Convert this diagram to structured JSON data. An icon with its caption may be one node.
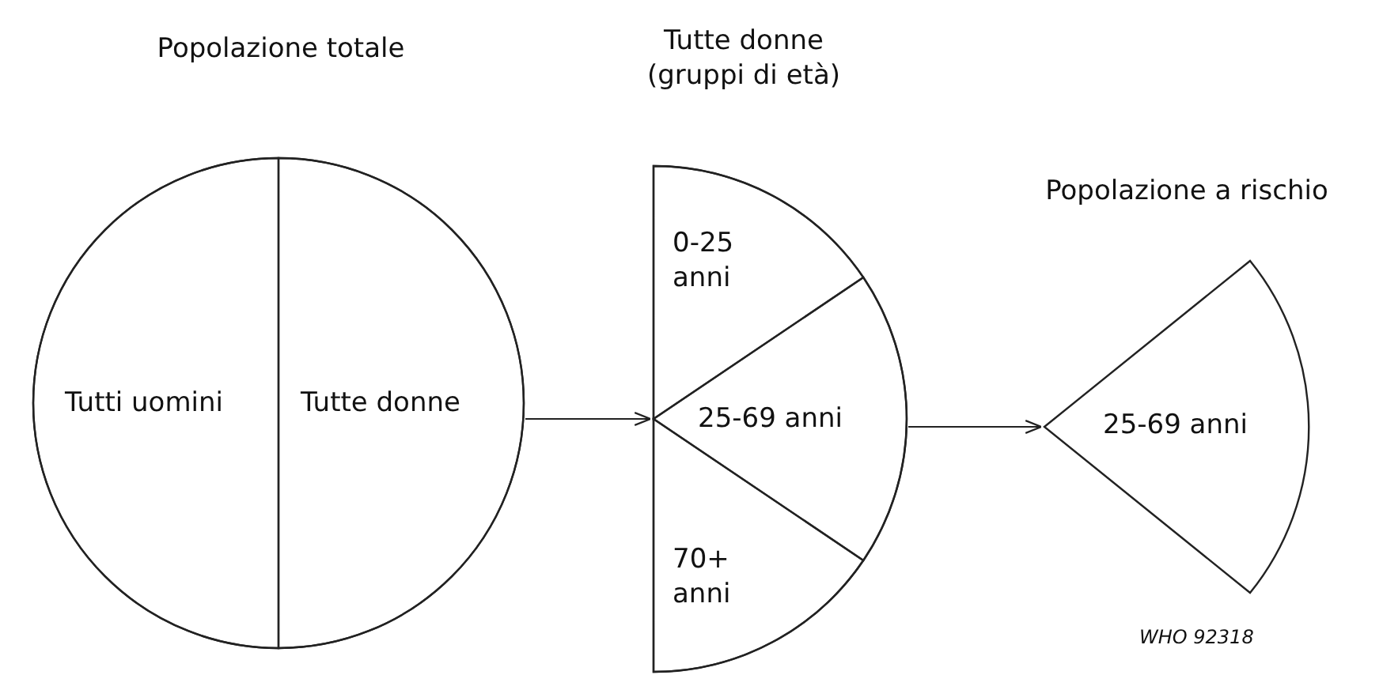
{
  "diagram": {
    "nodes": [
      {
        "text": [
          "Popolazione totale"
        ]
      },
      {
        "text": [
          "Tutti uomini"
        ],
        "in": 0
      },
      {
        "text": [
          "Tutte donne"
        ],
        "in": 0
      },
      {
        "text": [
          "Tutte donne (gruppi di età)"
        ]
      },
      {
        "text": [
          "0-25 anni"
        ],
        "in": 3
      },
      {
        "text": [
          "25-69 anni"
        ],
        "in": 3
      },
      {
        "text": [
          "70+ anni"
        ],
        "in": 3
      },
      {
        "text": [
          "Popolazione a rischio",
          "25-69 anni"
        ]
      }
    ],
    "edges": [
      {
        "from": 2,
        "to": 3,
        "arrow": "to"
      },
      {
        "from": 5,
        "to": 7,
        "arrow": "to"
      }
    ],
    "labels": [
      "WHO 92318"
    ]
  }
}
